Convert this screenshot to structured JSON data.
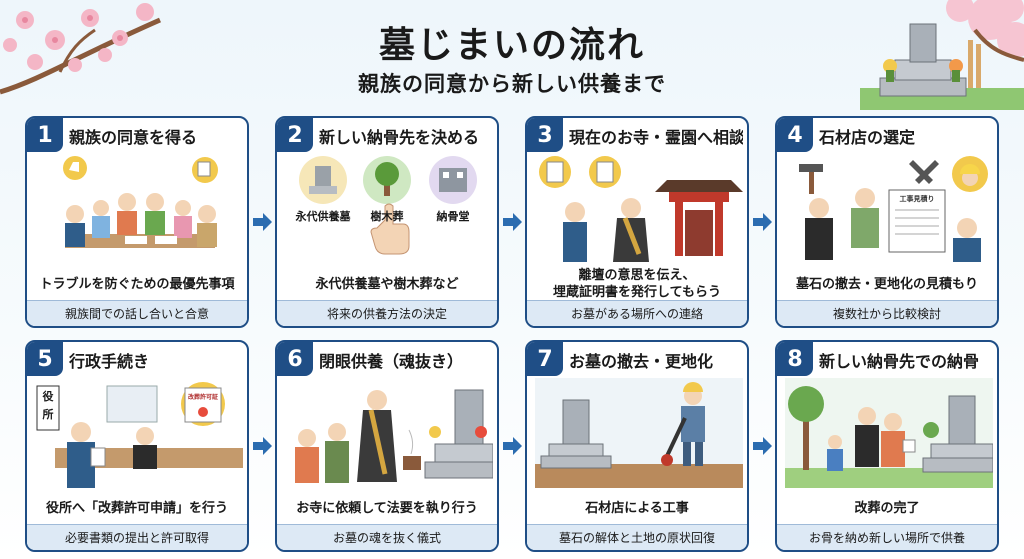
{
  "header": {
    "title": "墓じまいの流れ",
    "subtitle": "親族の同意から新しい供養まで"
  },
  "steps": [
    {
      "number": "1",
      "title": "親族の同意を得る",
      "desc_lines": [
        "トラブルを防ぐための最優先事項"
      ],
      "footer": "親族間での話し合いと合意"
    },
    {
      "number": "2",
      "title": "新しい納骨先を決める",
      "desc_lines": [
        "永代供養墓や樹木葬など"
      ],
      "footer": "将来の供養方法の決定",
      "options": [
        "永代供養墓",
        "樹木葬",
        "納骨堂"
      ]
    },
    {
      "number": "3",
      "title": "現在のお寺・霊園へ相談",
      "desc_lines": [
        "離壇の意思を伝え、",
        "埋蔵証明書を発行してもらう"
      ],
      "footer": "お墓がある場所への連絡"
    },
    {
      "number": "4",
      "title": "石材店の選定",
      "desc_lines": [
        "墓石の撤去・更地化の見積もり"
      ],
      "footer": "複数社から比較検討",
      "doc_label": "工事見積り"
    },
    {
      "number": "5",
      "title": "行政手続き",
      "desc_lines": [
        "役所へ「改葬許可申請」を行う"
      ],
      "footer": "必要書類の提出と許可取得",
      "sign_label": "役所",
      "doc_label": "改葬許可証"
    },
    {
      "number": "6",
      "title": "閉眼供養（魂抜き）",
      "desc_lines": [
        "お寺に依頼して法要を執り行う"
      ],
      "footer": "お墓の魂を抜く儀式"
    },
    {
      "number": "7",
      "title": "お墓の撤去・更地化",
      "desc_lines": [
        "石材店による工事"
      ],
      "footer": "墓石の解体と土地の原状回復"
    },
    {
      "number": "8",
      "title": "新しい納骨先での納骨",
      "desc_lines": [
        "改葬の完了"
      ],
      "footer": "お骨を納め新しい場所で供養"
    }
  ],
  "colors": {
    "accent": "#1f4e86",
    "footer_bg": "#dde9f5",
    "arrow": "#2b6cb0",
    "sakura": "#f4b6c6"
  },
  "icons": [
    "cherry-blossom-icon",
    "grave-icon",
    "arrow-right-icon",
    "hand-pointer-icon",
    "tree-icon",
    "building-icon",
    "temple-gate-icon",
    "excavator-person-icon"
  ]
}
